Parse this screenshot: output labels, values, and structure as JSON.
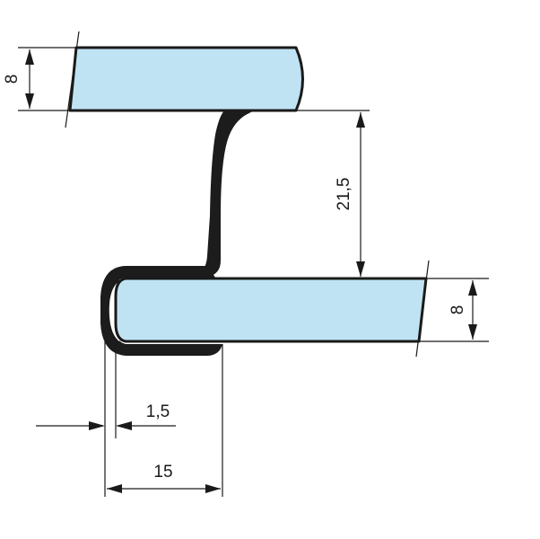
{
  "diagram": {
    "top_glass_thickness": "8",
    "gap": "21,5",
    "bottom_glass_thickness": "8",
    "gasket_wall": "1,5",
    "profile_width": "15"
  },
  "colors": {
    "glass_fill": "#bfe3f3",
    "line": "#1a1a1a",
    "gasket": "#1c1c1c"
  }
}
